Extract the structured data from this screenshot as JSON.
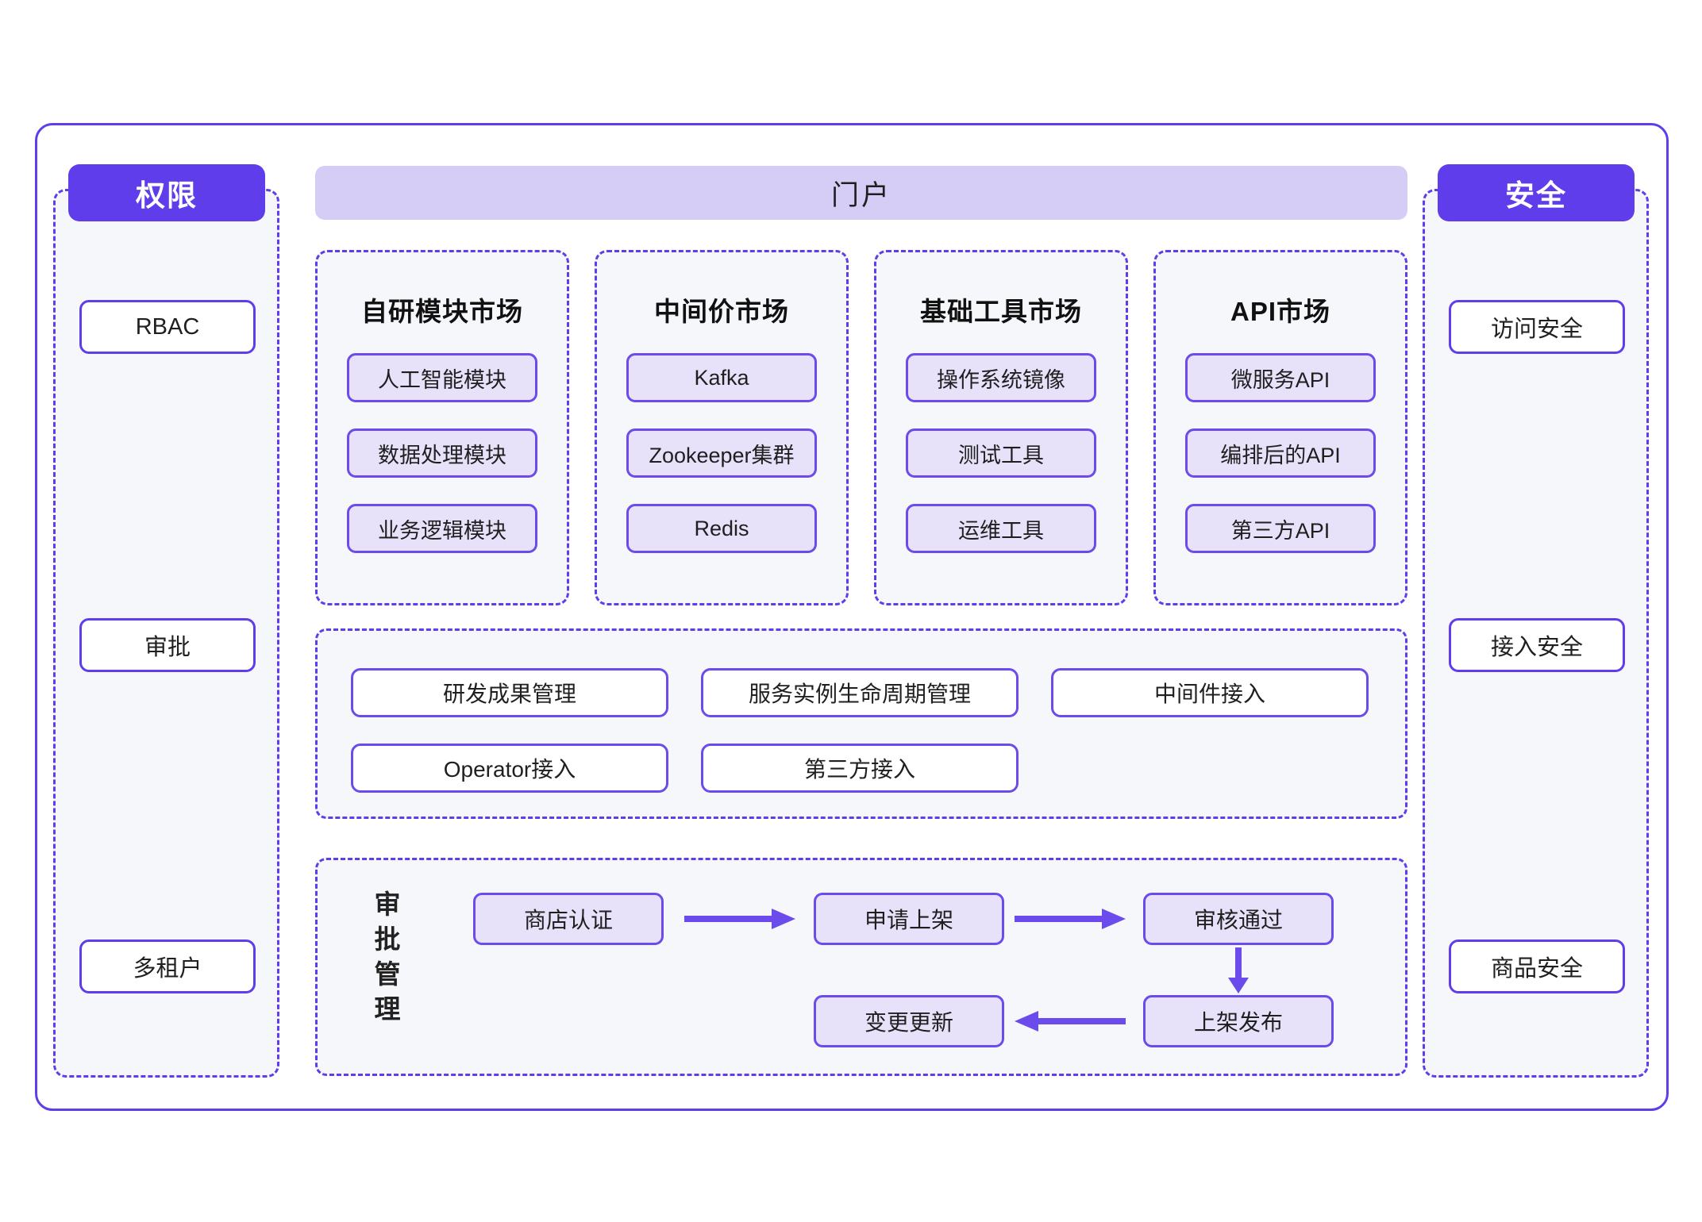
{
  "diagram": {
    "portal": {
      "title": "门户"
    },
    "permissions_panel": {
      "badge": "权限",
      "items": [
        {
          "label": "RBAC"
        },
        {
          "label": "审批"
        },
        {
          "label": "多租户"
        }
      ]
    },
    "security_panel": {
      "badge": "安全",
      "items": [
        {
          "label": "访问安全"
        },
        {
          "label": "接入安全"
        },
        {
          "label": "商品安全"
        }
      ]
    },
    "markets": [
      {
        "title": "自研模块市场",
        "items": [
          "人工智能模块",
          "数据处理模块",
          "业务逻辑模块"
        ]
      },
      {
        "title": "中间价市场",
        "items": [
          "Kafka",
          "Zookeeper集群",
          "Redis"
        ]
      },
      {
        "title": "基础工具市场",
        "items": [
          "操作系统镜像",
          "测试工具",
          "运维工具"
        ]
      },
      {
        "title": "API市场",
        "items": [
          "微服务API",
          "编排后的API",
          "第三方API"
        ]
      }
    ],
    "management": {
      "row1": [
        "研发成果管理",
        "服务实例生命周期管理",
        "中间件接入"
      ],
      "row2": [
        "Operator接入",
        "第三方接入"
      ]
    },
    "workflow": {
      "vertical_label": "审批管理",
      "nodes": [
        "商店认证",
        "申请上架",
        "审核通过",
        "上架发布",
        "变更更新"
      ],
      "arrows": [
        {
          "name": "arrow-cert-to-apply",
          "direction": "right"
        },
        {
          "name": "arrow-apply-to-approved",
          "direction": "right"
        },
        {
          "name": "arrow-approved-to-published",
          "direction": "down"
        },
        {
          "name": "arrow-published-to-update",
          "direction": "left"
        }
      ]
    },
    "colors": {
      "accent": "#5f3dea",
      "node_fill": "#e7e2fa",
      "node_border": "#6b4bec",
      "portal_fill": "#d6cdf7",
      "panel_fill": "#f6f7fa",
      "white": "#ffffff",
      "text": "#1f1f1f"
    }
  }
}
